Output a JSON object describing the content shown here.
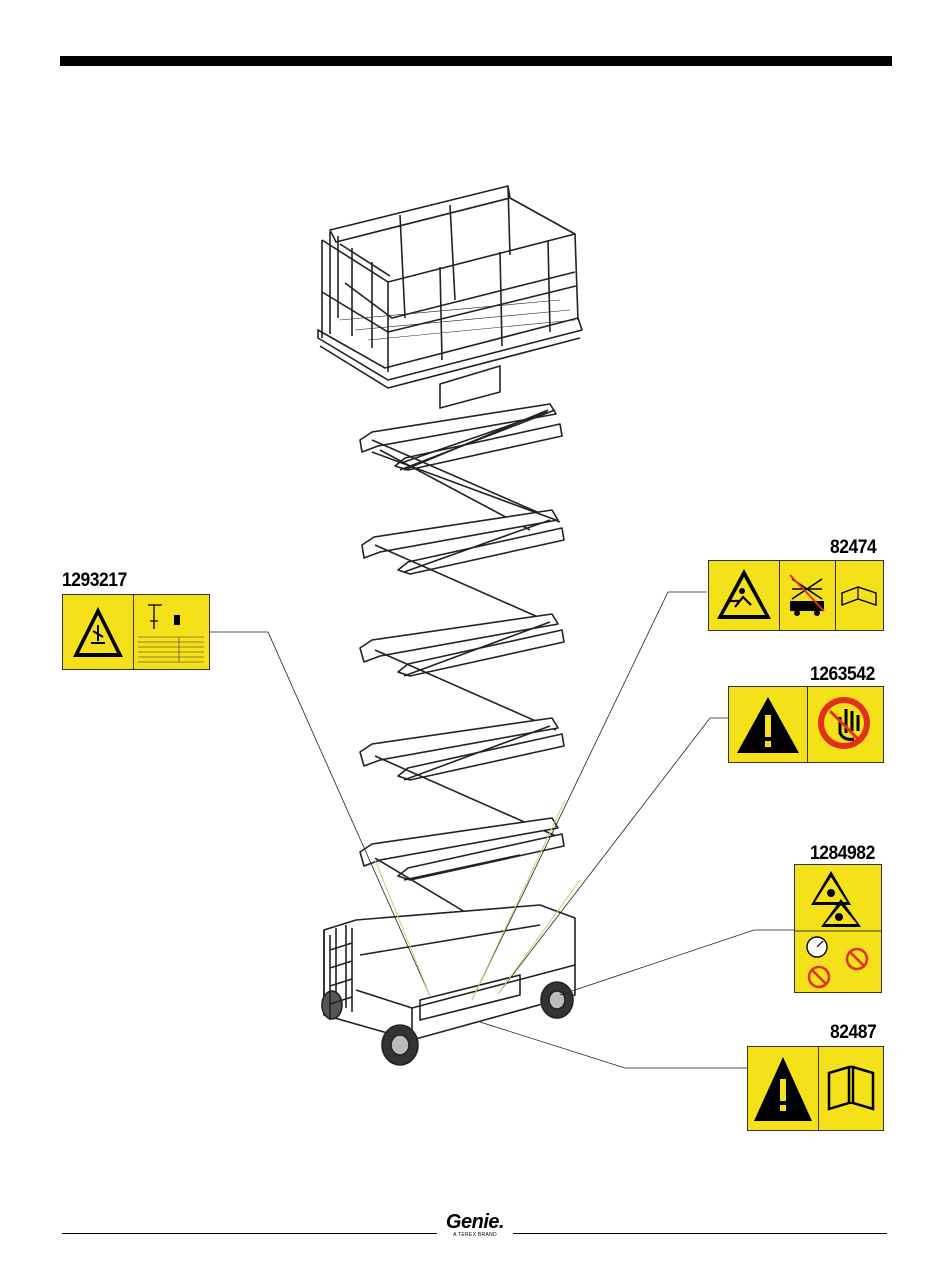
{
  "decals": [
    {
      "part_number": "1293217"
    },
    {
      "part_number": "82474"
    },
    {
      "part_number": "1263542"
    },
    {
      "part_number": "1284982"
    },
    {
      "part_number": "82487"
    }
  ],
  "footer": {
    "logo_word": "Genie.",
    "logo_tagline": "A TEREX BRAND"
  },
  "colors": {
    "decal_yellow": "#f5e11a",
    "warning_black": "#000000",
    "prohibition_red": "#e0301e"
  }
}
